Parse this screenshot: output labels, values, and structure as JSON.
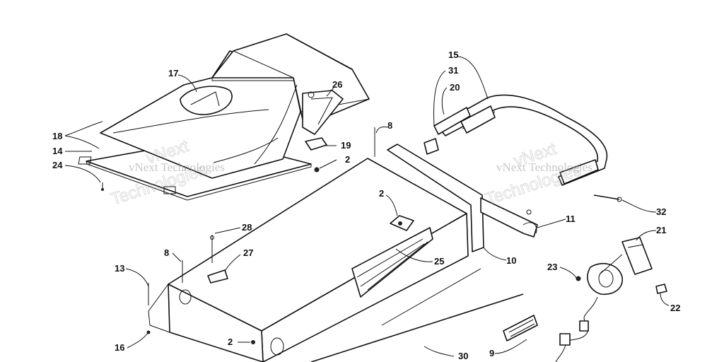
{
  "callouts": {
    "c17": "17",
    "c26": "26",
    "c18": "18",
    "c14": "14",
    "c24": "24",
    "c19": "19",
    "c2a": "2",
    "c8a": "8",
    "c2b": "2",
    "c28": "28",
    "c27": "27",
    "c8b": "8",
    "c13": "13",
    "c16": "16",
    "c2c": "2",
    "c25": "25",
    "c10": "10",
    "c15": "15",
    "c31": "31",
    "c20": "20",
    "c11": "11",
    "c32": "32",
    "c21": "21",
    "c23": "23",
    "c22": "22",
    "c30": "30",
    "c9": "9"
  },
  "watermark": {
    "text_left": "vNext Technologies",
    "text_right": "vNext Technologies",
    "big_left_1": "vNext",
    "big_left_2": "Technologies",
    "big_right_1": "vNext",
    "big_right_2": "Technologies"
  }
}
